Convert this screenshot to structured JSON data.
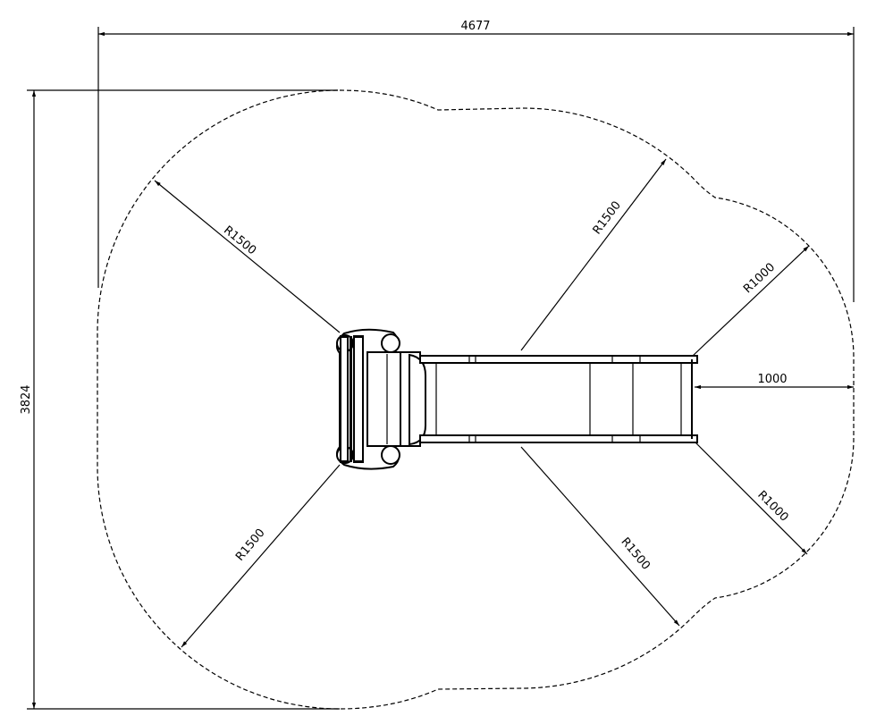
{
  "drawing": {
    "overall_width": "4677",
    "overall_height": "3824",
    "clearance_offset": "1000",
    "radius_labels": {
      "upper_left": "R1500",
      "upper_middle": "R1500",
      "upper_right": "R1000",
      "lower_right": "R1000",
      "lower_middle": "R1500",
      "lower_left": "R1500"
    },
    "colors": {
      "line": "#000000",
      "background": "#ffffff"
    }
  }
}
